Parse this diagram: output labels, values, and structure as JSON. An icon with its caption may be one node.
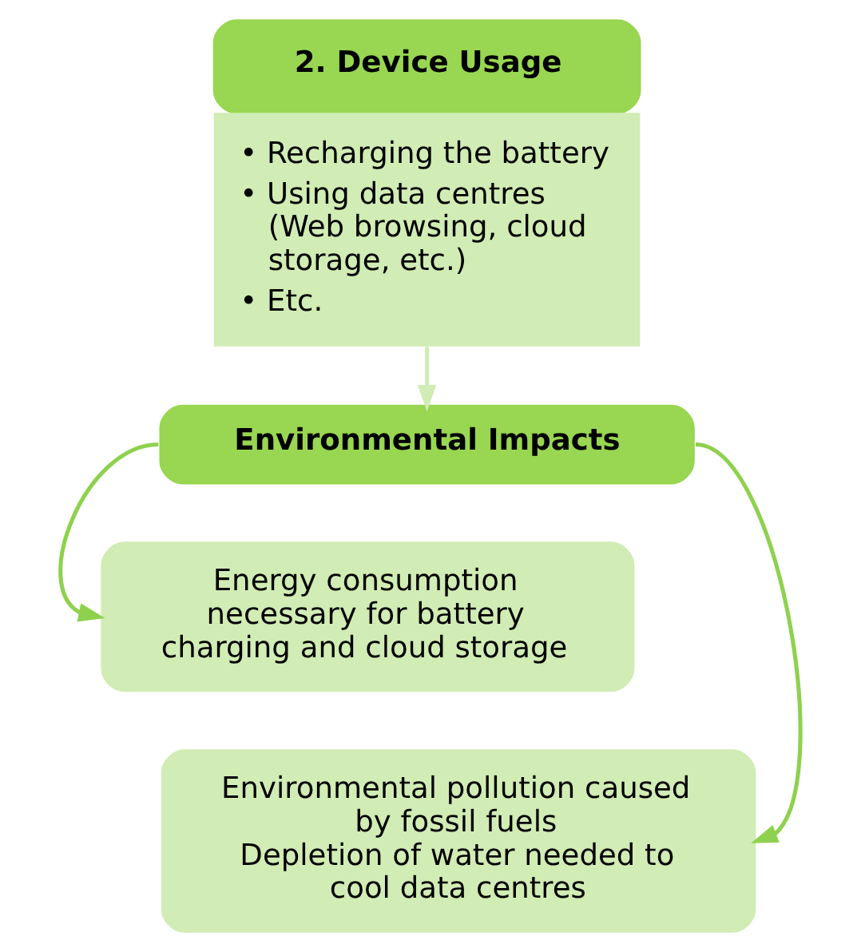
{
  "diagram": {
    "nodes": [
      {
        "text": [
          "2. Device Usage",
          "• Recharging the battery",
          "• Using data centres (Web browsing, cloud storage, etc.)",
          "• Etc."
        ]
      },
      {
        "text": [
          "Environmental Impacts"
        ]
      },
      {
        "text": [
          "Energy consumption necessary for battery charging and cloud storage"
        ]
      },
      {
        "text": [
          "Environmental pollution caused by fossil fuels",
          "Depletion of water needed to cool data centres"
        ]
      }
    ],
    "edges": [
      {
        "from": 0,
        "to": 1,
        "arrow": "to",
        "color": "#d1ecb4"
      },
      {
        "from": 1,
        "to": 2,
        "arrow": "to"
      },
      {
        "from": 1,
        "to": 3,
        "arrow": "to"
      }
    ]
  }
}
